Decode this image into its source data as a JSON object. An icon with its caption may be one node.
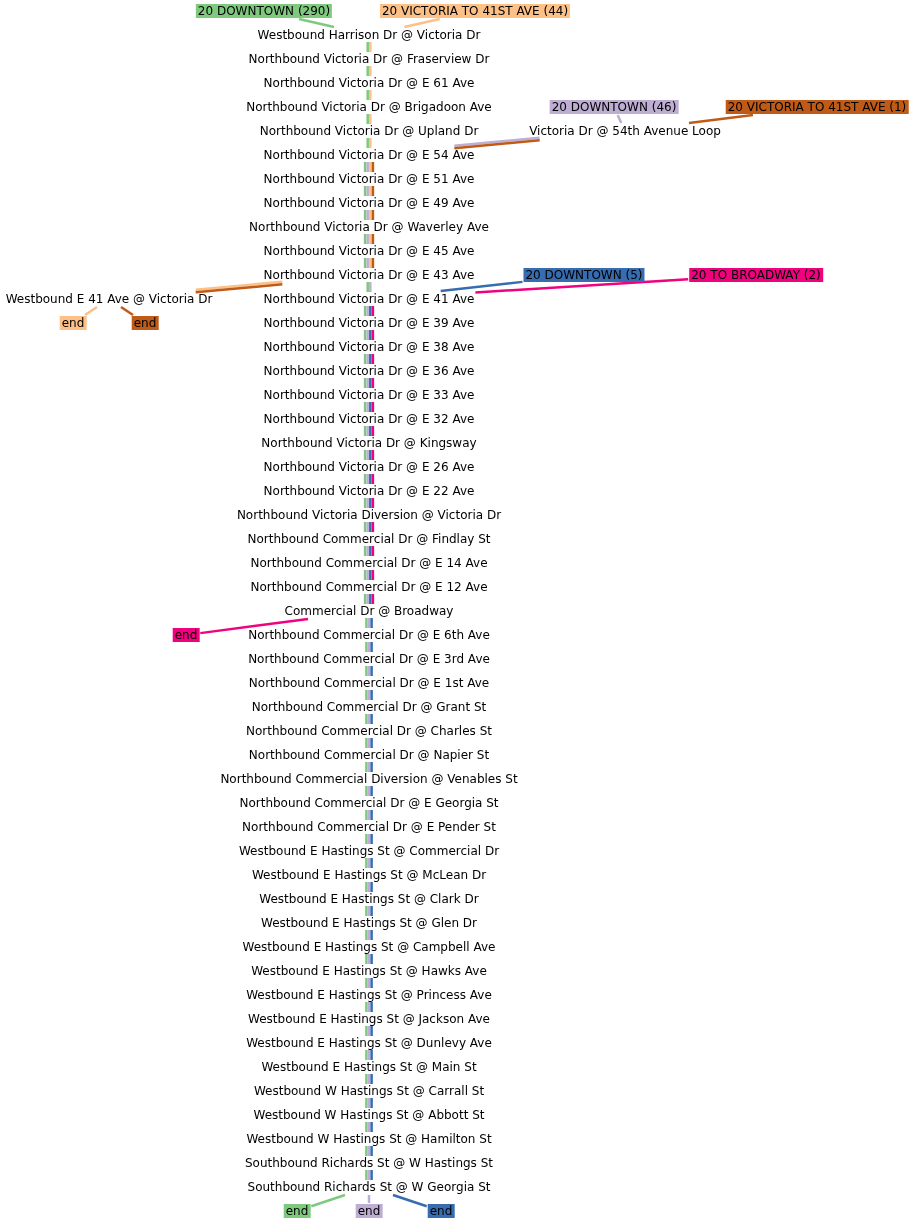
{
  "diagram": {
    "nodes": [
      {
        "text": [
          "Westbound Harrison Dr @ Victoria Dr"
        ]
      },
      {
        "text": [
          "Northbound Victoria Dr @ Fraserview Dr"
        ]
      },
      {
        "text": [
          "Northbound Victoria Dr @ E 61 Ave"
        ]
      },
      {
        "text": [
          "Northbound Victoria Dr @ Brigadoon Ave"
        ]
      },
      {
        "text": [
          "Northbound Victoria Dr @ Upland Dr"
        ]
      },
      {
        "text": [
          "Northbound Victoria Dr @ E 54 Ave"
        ]
      },
      {
        "text": [
          "Northbound Victoria Dr @ E 51 Ave"
        ]
      },
      {
        "text": [
          "Northbound Victoria Dr @ E 49 Ave"
        ]
      },
      {
        "text": [
          "Northbound Victoria Dr @ Waverley Ave"
        ]
      },
      {
        "text": [
          "Northbound Victoria Dr @ E 45 Ave"
        ]
      },
      {
        "text": [
          "Northbound Victoria Dr @ E 43 Ave"
        ]
      },
      {
        "text": [
          "Northbound Victoria Dr @ E 41 Ave"
        ]
      },
      {
        "text": [
          "Northbound Victoria Dr @ E 39 Ave"
        ]
      },
      {
        "text": [
          "Northbound Victoria Dr @ E 38 Ave"
        ]
      },
      {
        "text": [
          "Northbound Victoria Dr @ E 36 Ave"
        ]
      },
      {
        "text": [
          "Northbound Victoria Dr @ E 33 Ave"
        ]
      },
      {
        "text": [
          "Northbound Victoria Dr @ E 32 Ave"
        ]
      },
      {
        "text": [
          "Northbound Victoria Dr @ Kingsway"
        ]
      },
      {
        "text": [
          "Northbound Victoria Dr @ E 26 Ave"
        ]
      },
      {
        "text": [
          "Northbound Victoria Dr @ E 22 Ave"
        ]
      },
      {
        "text": [
          "Northbound Victoria Diversion @ Victoria Dr"
        ]
      },
      {
        "text": [
          "Northbound Commercial Dr @ Findlay St"
        ]
      },
      {
        "text": [
          "Northbound Commercial Dr @ E 14 Ave"
        ]
      },
      {
        "text": [
          "Northbound Commercial Dr @ E 12 Ave"
        ]
      },
      {
        "text": [
          "Commercial Dr @ Broadway"
        ]
      },
      {
        "text": [
          "Northbound Commercial Dr @ E 6th Ave"
        ]
      },
      {
        "text": [
          "Northbound Commercial Dr @ E 3rd Ave"
        ]
      },
      {
        "text": [
          "Northbound Commercial Dr @ E 1st Ave"
        ]
      },
      {
        "text": [
          "Northbound Commercial Dr @ Grant St"
        ]
      },
      {
        "text": [
          "Northbound Commercial Dr @ Charles St"
        ]
      },
      {
        "text": [
          "Northbound Commercial Dr @ Napier St"
        ]
      },
      {
        "text": [
          "Northbound Commercial Diversion @ Venables St"
        ]
      },
      {
        "text": [
          "Northbound Commercial Dr @ E Georgia St"
        ]
      },
      {
        "text": [
          "Northbound Commercial Dr @ E Pender St"
        ]
      },
      {
        "text": [
          "Westbound E Hastings St @ Commercial Dr"
        ]
      },
      {
        "text": [
          "Westbound E Hastings St @ McLean Dr"
        ]
      },
      {
        "text": [
          "Westbound E Hastings St @ Clark Dr"
        ]
      },
      {
        "text": [
          "Westbound E Hastings St @ Glen Dr"
        ]
      },
      {
        "text": [
          "Westbound E Hastings St @ Campbell Ave"
        ]
      },
      {
        "text": [
          "Westbound E Hastings St @ Hawks Ave"
        ]
      },
      {
        "text": [
          "Westbound E Hastings St @ Princess Ave"
        ]
      },
      {
        "text": [
          "Westbound E Hastings St @ Jackson Ave"
        ]
      },
      {
        "text": [
          "Westbound E Hastings St @ Dunlevy Ave"
        ]
      },
      {
        "text": [
          "Westbound E Hastings St @ Main St"
        ]
      },
      {
        "text": [
          "Westbound W Hastings St @ Carrall St"
        ]
      },
      {
        "text": [
          "Westbound W Hastings St @ Abbott St"
        ]
      },
      {
        "text": [
          "Westbound W Hastings St @ Hamilton St"
        ]
      },
      {
        "text": [
          "Southbound Richards St @ W Hastings St"
        ]
      },
      {
        "text": [
          "Southbound Richards St @ W Georgia St"
        ]
      },
      {
        "text": [
          "Victoria Dr @ 54th Avenue Loop"
        ]
      },
      {
        "text": [
          "Westbound E 41 Ave @ Victoria Dr"
        ]
      },
      {
        "text": [
          "20 DOWNTOWN (290)"
        ]
      },
      {
        "text": [
          "20 VICTORIA TO 41ST AVE (44)"
        ]
      },
      {
        "text": [
          "20 DOWNTOWN (46)"
        ]
      },
      {
        "text": [
          "20 VICTORIA TO 41ST AVE (1)"
        ]
      },
      {
        "text": [
          "20 DOWNTOWN (5)"
        ]
      },
      {
        "text": [
          "20 TO BROADWAY (2)"
        ]
      },
      {
        "text": [
          "end"
        ]
      },
      {
        "text": [
          "end"
        ]
      },
      {
        "text": [
          "end"
        ]
      },
      {
        "text": [
          "end"
        ]
      },
      {
        "text": [
          "end"
        ]
      },
      {
        "text": [
          "end"
        ]
      }
    ],
    "edges": [
      {
        "from": 51,
        "to": 0,
        "arrow": "none",
        "color": "#7fc97f"
      },
      {
        "from": 0,
        "to": 1,
        "arrow": "none",
        "color": "#7fc97f"
      },
      {
        "from": 1,
        "to": 2,
        "arrow": "none",
        "color": "#7fc97f"
      },
      {
        "from": 2,
        "to": 3,
        "arrow": "none",
        "color": "#7fc97f"
      },
      {
        "from": 3,
        "to": 4,
        "arrow": "none",
        "color": "#7fc97f"
      },
      {
        "from": 4,
        "to": 5,
        "arrow": "none",
        "color": "#7fc97f"
      },
      {
        "from": 5,
        "to": 6,
        "arrow": "none",
        "color": "#7fc97f"
      },
      {
        "from": 6,
        "to": 7,
        "arrow": "none",
        "color": "#7fc97f"
      },
      {
        "from": 7,
        "to": 8,
        "arrow": "none",
        "color": "#7fc97f"
      },
      {
        "from": 8,
        "to": 9,
        "arrow": "none",
        "color": "#7fc97f"
      },
      {
        "from": 9,
        "to": 10,
        "arrow": "none",
        "color": "#7fc97f"
      },
      {
        "from": 10,
        "to": 11,
        "arrow": "none",
        "color": "#7fc97f"
      },
      {
        "from": 11,
        "to": 12,
        "arrow": "none",
        "color": "#7fc97f"
      },
      {
        "from": 12,
        "to": 13,
        "arrow": "none",
        "color": "#7fc97f"
      },
      {
        "from": 13,
        "to": 14,
        "arrow": "none",
        "color": "#7fc97f"
      },
      {
        "from": 14,
        "to": 15,
        "arrow": "none",
        "color": "#7fc97f"
      },
      {
        "from": 15,
        "to": 16,
        "arrow": "none",
        "color": "#7fc97f"
      },
      {
        "from": 16,
        "to": 17,
        "arrow": "none",
        "color": "#7fc97f"
      },
      {
        "from": 17,
        "to": 18,
        "arrow": "none",
        "color": "#7fc97f"
      },
      {
        "from": 18,
        "to": 19,
        "arrow": "none",
        "color": "#7fc97f"
      },
      {
        "from": 19,
        "to": 20,
        "arrow": "none",
        "color": "#7fc97f"
      },
      {
        "from": 20,
        "to": 21,
        "arrow": "none",
        "color": "#7fc97f"
      },
      {
        "from": 21,
        "to": 22,
        "arrow": "none",
        "color": "#7fc97f"
      },
      {
        "from": 22,
        "to": 23,
        "arrow": "none",
        "color": "#7fc97f"
      },
      {
        "from": 23,
        "to": 24,
        "arrow": "none",
        "color": "#7fc97f"
      },
      {
        "from": 24,
        "to": 25,
        "arrow": "none",
        "color": "#7fc97f"
      },
      {
        "from": 25,
        "to": 26,
        "arrow": "none",
        "color": "#7fc97f"
      },
      {
        "from": 26,
        "to": 27,
        "arrow": "none",
        "color": "#7fc97f"
      },
      {
        "from": 27,
        "to": 28,
        "arrow": "none",
        "color": "#7fc97f"
      },
      {
        "from": 28,
        "to": 29,
        "arrow": "none",
        "color": "#7fc97f"
      },
      {
        "from": 29,
        "to": 30,
        "arrow": "none",
        "color": "#7fc97f"
      },
      {
        "from": 30,
        "to": 31,
        "arrow": "none",
        "color": "#7fc97f"
      },
      {
        "from": 31,
        "to": 32,
        "arrow": "none",
        "color": "#7fc97f"
      },
      {
        "from": 32,
        "to": 33,
        "arrow": "none",
        "color": "#7fc97f"
      },
      {
        "from": 33,
        "to": 34,
        "arrow": "none",
        "color": "#7fc97f"
      },
      {
        "from": 34,
        "to": 35,
        "arrow": "none",
        "color": "#7fc97f"
      },
      {
        "from": 35,
        "to": 36,
        "arrow": "none",
        "color": "#7fc97f"
      },
      {
        "from": 36,
        "to": 37,
        "arrow": "none",
        "color": "#7fc97f"
      },
      {
        "from": 37,
        "to": 38,
        "arrow": "none",
        "color": "#7fc97f"
      },
      {
        "from": 38,
        "to": 39,
        "arrow": "none",
        "color": "#7fc97f"
      },
      {
        "from": 39,
        "to": 40,
        "arrow": "none",
        "color": "#7fc97f"
      },
      {
        "from": 40,
        "to": 41,
        "arrow": "none",
        "color": "#7fc97f"
      },
      {
        "from": 41,
        "to": 42,
        "arrow": "none",
        "color": "#7fc97f"
      },
      {
        "from": 42,
        "to": 43,
        "arrow": "none",
        "color": "#7fc97f"
      },
      {
        "from": 43,
        "to": 44,
        "arrow": "none",
        "color": "#7fc97f"
      },
      {
        "from": 44,
        "to": 45,
        "arrow": "none",
        "color": "#7fc97f"
      },
      {
        "from": 45,
        "to": 46,
        "arrow": "none",
        "color": "#7fc97f"
      },
      {
        "from": 46,
        "to": 47,
        "arrow": "none",
        "color": "#7fc97f"
      },
      {
        "from": 47,
        "to": 48,
        "arrow": "none",
        "color": "#7fc97f"
      },
      {
        "from": 48,
        "to": 60,
        "arrow": "none",
        "color": "#7fc97f"
      },
      {
        "from": 52,
        "to": 0,
        "arrow": "none",
        "color": "#fdc086"
      },
      {
        "from": 0,
        "to": 1,
        "arrow": "none",
        "color": "#fdc086"
      },
      {
        "from": 1,
        "to": 2,
        "arrow": "none",
        "color": "#fdc086"
      },
      {
        "from": 2,
        "to": 3,
        "arrow": "none",
        "color": "#fdc086"
      },
      {
        "from": 3,
        "to": 4,
        "arrow": "none",
        "color": "#fdc086"
      },
      {
        "from": 4,
        "to": 5,
        "arrow": "none",
        "color": "#fdc086"
      },
      {
        "from": 5,
        "to": 6,
        "arrow": "none",
        "color": "#fdc086"
      },
      {
        "from": 6,
        "to": 7,
        "arrow": "none",
        "color": "#fdc086"
      },
      {
        "from": 7,
        "to": 8,
        "arrow": "none",
        "color": "#fdc086"
      },
      {
        "from": 8,
        "to": 9,
        "arrow": "none",
        "color": "#fdc086"
      },
      {
        "from": 9,
        "to": 10,
        "arrow": "none",
        "color": "#fdc086"
      },
      {
        "from": 10,
        "to": 50,
        "arrow": "none",
        "color": "#fdc086"
      },
      {
        "from": 50,
        "to": 57,
        "arrow": "none",
        "color": "#fdc086"
      },
      {
        "from": 53,
        "to": 49,
        "arrow": "none",
        "color": "#beaed4"
      },
      {
        "from": 49,
        "to": 5,
        "arrow": "none",
        "color": "#beaed4"
      },
      {
        "from": 5,
        "to": 6,
        "arrow": "none",
        "color": "#beaed4"
      },
      {
        "from": 6,
        "to": 7,
        "arrow": "none",
        "color": "#beaed4"
      },
      {
        "from": 7,
        "to": 8,
        "arrow": "none",
        "color": "#beaed4"
      },
      {
        "from": 8,
        "to": 9,
        "arrow": "none",
        "color": "#beaed4"
      },
      {
        "from": 9,
        "to": 10,
        "arrow": "none",
        "color": "#beaed4"
      },
      {
        "from": 10,
        "to": 11,
        "arrow": "none",
        "color": "#beaed4"
      },
      {
        "from": 11,
        "to": 12,
        "arrow": "none",
        "color": "#beaed4"
      },
      {
        "from": 12,
        "to": 13,
        "arrow": "none",
        "color": "#beaed4"
      },
      {
        "from": 13,
        "to": 14,
        "arrow": "none",
        "color": "#beaed4"
      },
      {
        "from": 14,
        "to": 15,
        "arrow": "none",
        "color": "#beaed4"
      },
      {
        "from": 15,
        "to": 16,
        "arrow": "none",
        "color": "#beaed4"
      },
      {
        "from": 16,
        "to": 17,
        "arrow": "none",
        "color": "#beaed4"
      },
      {
        "from": 17,
        "to": 18,
        "arrow": "none",
        "color": "#beaed4"
      },
      {
        "from": 18,
        "to": 19,
        "arrow": "none",
        "color": "#beaed4"
      },
      {
        "from": 19,
        "to": 20,
        "arrow": "none",
        "color": "#beaed4"
      },
      {
        "from": 20,
        "to": 21,
        "arrow": "none",
        "color": "#beaed4"
      },
      {
        "from": 21,
        "to": 22,
        "arrow": "none",
        "color": "#beaed4"
      },
      {
        "from": 22,
        "to": 23,
        "arrow": "none",
        "color": "#beaed4"
      },
      {
        "from": 23,
        "to": 24,
        "arrow": "none",
        "color": "#beaed4"
      },
      {
        "from": 24,
        "to": 25,
        "arrow": "none",
        "color": "#beaed4"
      },
      {
        "from": 25,
        "to": 26,
        "arrow": "none",
        "color": "#beaed4"
      },
      {
        "from": 26,
        "to": 27,
        "arrow": "none",
        "color": "#beaed4"
      },
      {
        "from": 27,
        "to": 28,
        "arrow": "none",
        "color": "#beaed4"
      },
      {
        "from": 28,
        "to": 29,
        "arrow": "none",
        "color": "#beaed4"
      },
      {
        "from": 29,
        "to": 30,
        "arrow": "none",
        "color": "#beaed4"
      },
      {
        "from": 30,
        "to": 31,
        "arrow": "none",
        "color": "#beaed4"
      },
      {
        "from": 31,
        "to": 32,
        "arrow": "none",
        "color": "#beaed4"
      },
      {
        "from": 32,
        "to": 33,
        "arrow": "none",
        "color": "#beaed4"
      },
      {
        "from": 33,
        "to": 34,
        "arrow": "none",
        "color": "#beaed4"
      },
      {
        "from": 34,
        "to": 35,
        "arrow": "none",
        "color": "#beaed4"
      },
      {
        "from": 35,
        "to": 36,
        "arrow": "none",
        "color": "#beaed4"
      },
      {
        "from": 36,
        "to": 37,
        "arrow": "none",
        "color": "#beaed4"
      },
      {
        "from": 37,
        "to": 38,
        "arrow": "none",
        "color": "#beaed4"
      },
      {
        "from": 38,
        "to": 39,
        "arrow": "none",
        "color": "#beaed4"
      },
      {
        "from": 39,
        "to": 40,
        "arrow": "none",
        "color": "#beaed4"
      },
      {
        "from": 40,
        "to": 41,
        "arrow": "none",
        "color": "#beaed4"
      },
      {
        "from": 41,
        "to": 42,
        "arrow": "none",
        "color": "#beaed4"
      },
      {
        "from": 42,
        "to": 43,
        "arrow": "none",
        "color": "#beaed4"
      },
      {
        "from": 43,
        "to": 44,
        "arrow": "none",
        "color": "#beaed4"
      },
      {
        "from": 44,
        "to": 45,
        "arrow": "none",
        "color": "#beaed4"
      },
      {
        "from": 45,
        "to": 46,
        "arrow": "none",
        "color": "#beaed4"
      },
      {
        "from": 46,
        "to": 47,
        "arrow": "none",
        "color": "#beaed4"
      },
      {
        "from": 47,
        "to": 48,
        "arrow": "none",
        "color": "#beaed4"
      },
      {
        "from": 48,
        "to": 61,
        "arrow": "none",
        "color": "#beaed4"
      },
      {
        "from": 54,
        "to": 49,
        "arrow": "none",
        "color": "#bf5b17"
      },
      {
        "from": 49,
        "to": 5,
        "arrow": "none",
        "color": "#bf5b17"
      },
      {
        "from": 5,
        "to": 6,
        "arrow": "none",
        "color": "#bf5b17"
      },
      {
        "from": 6,
        "to": 7,
        "arrow": "none",
        "color": "#bf5b17"
      },
      {
        "from": 7,
        "to": 8,
        "arrow": "none",
        "color": "#bf5b17"
      },
      {
        "from": 8,
        "to": 9,
        "arrow": "none",
        "color": "#bf5b17"
      },
      {
        "from": 9,
        "to": 10,
        "arrow": "none",
        "color": "#bf5b17"
      },
      {
        "from": 10,
        "to": 50,
        "arrow": "none",
        "color": "#bf5b17"
      },
      {
        "from": 50,
        "to": 58,
        "arrow": "none",
        "color": "#bf5b17"
      },
      {
        "from": 55,
        "to": 11,
        "arrow": "none",
        "color": "#386cb0"
      },
      {
        "from": 11,
        "to": 12,
        "arrow": "none",
        "color": "#386cb0"
      },
      {
        "from": 12,
        "to": 13,
        "arrow": "none",
        "color": "#386cb0"
      },
      {
        "from": 13,
        "to": 14,
        "arrow": "none",
        "color": "#386cb0"
      },
      {
        "from": 14,
        "to": 15,
        "arrow": "none",
        "color": "#386cb0"
      },
      {
        "from": 15,
        "to": 16,
        "arrow": "none",
        "color": "#386cb0"
      },
      {
        "from": 16,
        "to": 17,
        "arrow": "none",
        "color": "#386cb0"
      },
      {
        "from": 17,
        "to": 18,
        "arrow": "none",
        "color": "#386cb0"
      },
      {
        "from": 18,
        "to": 19,
        "arrow": "none",
        "color": "#386cb0"
      },
      {
        "from": 19,
        "to": 20,
        "arrow": "none",
        "color": "#386cb0"
      },
      {
        "from": 20,
        "to": 21,
        "arrow": "none",
        "color": "#386cb0"
      },
      {
        "from": 21,
        "to": 22,
        "arrow": "none",
        "color": "#386cb0"
      },
      {
        "from": 22,
        "to": 23,
        "arrow": "none",
        "color": "#386cb0"
      },
      {
        "from": 23,
        "to": 24,
        "arrow": "none",
        "color": "#386cb0"
      },
      {
        "from": 24,
        "to": 25,
        "arrow": "none",
        "color": "#386cb0"
      },
      {
        "from": 25,
        "to": 26,
        "arrow": "none",
        "color": "#386cb0"
      },
      {
        "from": 26,
        "to": 27,
        "arrow": "none",
        "color": "#386cb0"
      },
      {
        "from": 27,
        "to": 28,
        "arrow": "none",
        "color": "#386cb0"
      },
      {
        "from": 28,
        "to": 29,
        "arrow": "none",
        "color": "#386cb0"
      },
      {
        "from": 29,
        "to": 30,
        "arrow": "none",
        "color": "#386cb0"
      },
      {
        "from": 30,
        "to": 31,
        "arrow": "none",
        "color": "#386cb0"
      },
      {
        "from": 31,
        "to": 32,
        "arrow": "none",
        "color": "#386cb0"
      },
      {
        "from": 32,
        "to": 33,
        "arrow": "none",
        "color": "#386cb0"
      },
      {
        "from": 33,
        "to": 34,
        "arrow": "none",
        "color": "#386cb0"
      },
      {
        "from": 34,
        "to": 35,
        "arrow": "none",
        "color": "#386cb0"
      },
      {
        "from": 35,
        "to": 36,
        "arrow": "none",
        "color": "#386cb0"
      },
      {
        "from": 36,
        "to": 37,
        "arrow": "none",
        "color": "#386cb0"
      },
      {
        "from": 37,
        "to": 38,
        "arrow": "none",
        "color": "#386cb0"
      },
      {
        "from": 38,
        "to": 39,
        "arrow": "none",
        "color": "#386cb0"
      },
      {
        "from": 39,
        "to": 40,
        "arrow": "none",
        "color": "#386cb0"
      },
      {
        "from": 40,
        "to": 41,
        "arrow": "none",
        "color": "#386cb0"
      },
      {
        "from": 41,
        "to": 42,
        "arrow": "none",
        "color": "#386cb0"
      },
      {
        "from": 42,
        "to": 43,
        "arrow": "none",
        "color": "#386cb0"
      },
      {
        "from": 43,
        "to": 44,
        "arrow": "none",
        "color": "#386cb0"
      },
      {
        "from": 44,
        "to": 45,
        "arrow": "none",
        "color": "#386cb0"
      },
      {
        "from": 45,
        "to": 46,
        "arrow": "none",
        "color": "#386cb0"
      },
      {
        "from": 46,
        "to": 47,
        "arrow": "none",
        "color": "#386cb0"
      },
      {
        "from": 47,
        "to": 48,
        "arrow": "none",
        "color": "#386cb0"
      },
      {
        "from": 48,
        "to": 62,
        "arrow": "none",
        "color": "#386cb0"
      },
      {
        "from": 56,
        "to": 11,
        "arrow": "none",
        "color": "#f0027f"
      },
      {
        "from": 11,
        "to": 12,
        "arrow": "none",
        "color": "#f0027f"
      },
      {
        "from": 12,
        "to": 13,
        "arrow": "none",
        "color": "#f0027f"
      },
      {
        "from": 13,
        "to": 14,
        "arrow": "none",
        "color": "#f0027f"
      },
      {
        "from": 14,
        "to": 15,
        "arrow": "none",
        "color": "#f0027f"
      },
      {
        "from": 15,
        "to": 16,
        "arrow": "none",
        "color": "#f0027f"
      },
      {
        "from": 16,
        "to": 17,
        "arrow": "none",
        "color": "#f0027f"
      },
      {
        "from": 17,
        "to": 18,
        "arrow": "none",
        "color": "#f0027f"
      },
      {
        "from": 18,
        "to": 19,
        "arrow": "none",
        "color": "#f0027f"
      },
      {
        "from": 19,
        "to": 20,
        "arrow": "none",
        "color": "#f0027f"
      },
      {
        "from": 20,
        "to": 21,
        "arrow": "none",
        "color": "#f0027f"
      },
      {
        "from": 21,
        "to": 22,
        "arrow": "none",
        "color": "#f0027f"
      },
      {
        "from": 22,
        "to": 23,
        "arrow": "none",
        "color": "#f0027f"
      },
      {
        "from": 23,
        "to": 24,
        "arrow": "none",
        "color": "#f0027f"
      },
      {
        "from": 24,
        "to": 59,
        "arrow": "none",
        "color": "#f0027f"
      }
    ]
  }
}
